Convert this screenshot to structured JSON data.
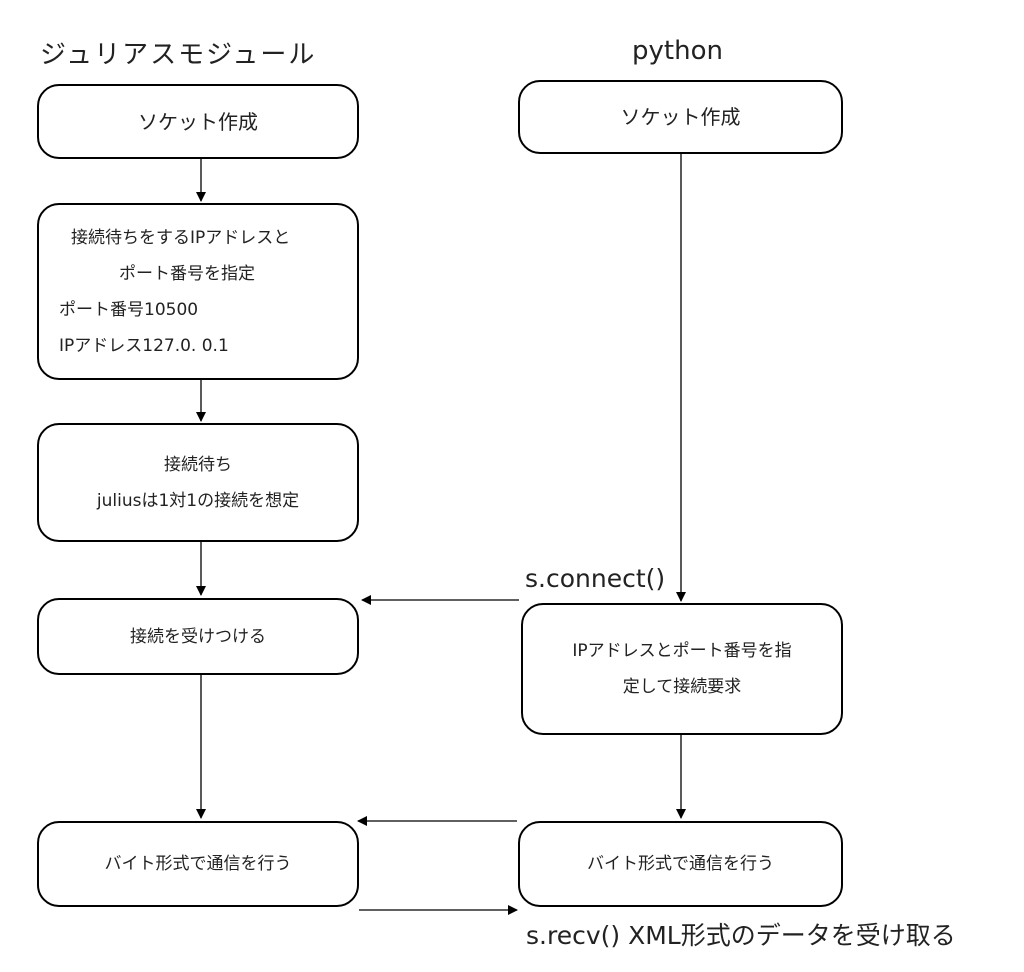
{
  "left_title": "ジュリアスモジュール",
  "right_title": "python",
  "left_column": {
    "socket_create": "ソケット作成",
    "bind": {
      "line1": "接続待ちをするIPアドレスと",
      "line2": "ポート番号を指定",
      "line3": "ポート番号10500",
      "line4": "IPアドレス127.0. 0.1"
    },
    "listen": {
      "line1": "接続待ち",
      "line2": "juliusは1対1の接続を想定"
    },
    "accept": "接続を受けつける",
    "communicate": "バイト形式で通信を行う"
  },
  "right_column": {
    "socket_create": "ソケット作成",
    "connect": {
      "line1": "IPアドレスとポート番号を指",
      "line2": "定して接続要求"
    },
    "communicate": "バイト形式で通信を行う"
  },
  "labels": {
    "connect_call": "s.connect()",
    "recv_call": "s.recv() XML形式のデータを受け取る"
  }
}
